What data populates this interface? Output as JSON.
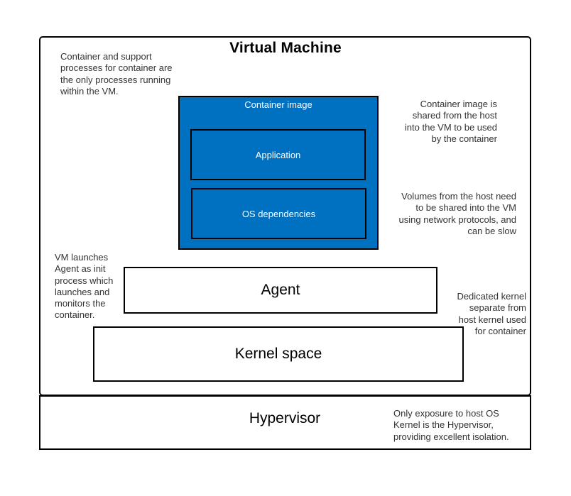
{
  "diagram": {
    "vm": {
      "title": "Virtual Machine"
    },
    "container_image": {
      "label": "Container image",
      "application_label": "Application",
      "os_dependencies_label": "OS dependencies"
    },
    "agent_label": "Agent",
    "kernel_label": "Kernel space",
    "hypervisor_label": "Hypervisor",
    "notes": {
      "container_processes": "Container and support\nprocesses for container are\nthe only processes running\nwithin the VM.",
      "image_shared": "Container image is\nshared from the host\ninto the VM to be used\nby the container",
      "volumes": "Volumes from the host need\nto be shared into the VM\nusing network protocols, and\ncan be slow",
      "agent_init": "VM launches\nAgent as init\nprocess which\nlaunches and\nmonitors the\ncontainer.",
      "dedicated_kernel": "Dedicated kernel\nseparate from\nhost kernel used\nfor container",
      "hypervisor_exposure": "Only exposure to host OS\nKernel is the Hypervisor,\nproviding excellent isolation."
    },
    "colors": {
      "container_fill": "#0070c0",
      "border": "#000000",
      "note_text": "#333333"
    }
  }
}
